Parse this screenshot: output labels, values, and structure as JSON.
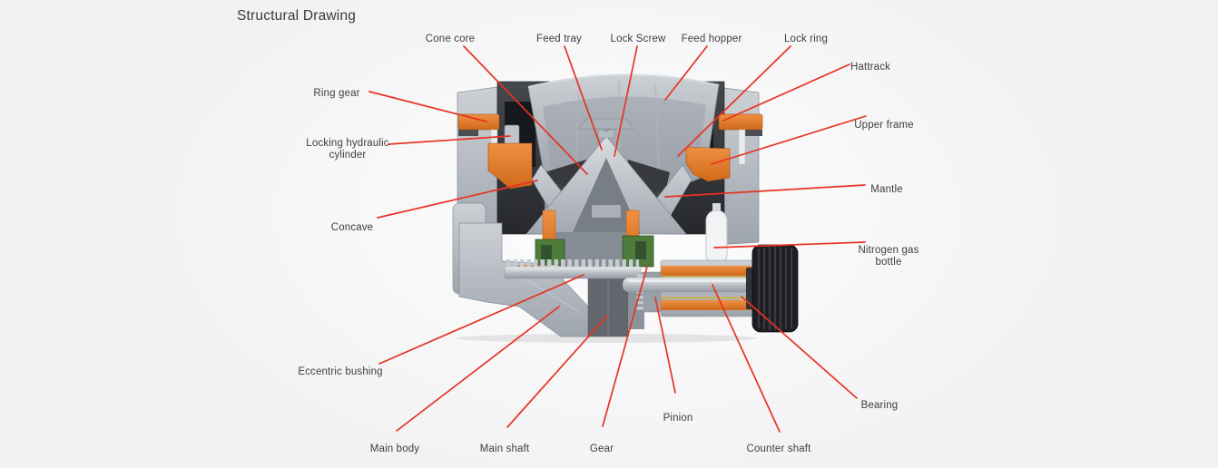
{
  "page": {
    "title": "Structural Drawing"
  },
  "diagram": {
    "subject": "Cone crusher structural cross-section drawing",
    "colors": {
      "leader_line": "#e73323",
      "label_text": "#3e3e3e",
      "accent_orange": "#d2691e",
      "metal_gray": "#aab0b7",
      "dark_gray": "#2c2e32",
      "background": "#f3f3f4"
    },
    "labels": [
      {
        "id": "cone-core",
        "text": "Cone core"
      },
      {
        "id": "feed-tray",
        "text": "Feed tray"
      },
      {
        "id": "lock-screw",
        "text": "Lock Screw"
      },
      {
        "id": "feed-hopper",
        "text": "Feed hopper"
      },
      {
        "id": "lock-ring",
        "text": "Lock ring"
      },
      {
        "id": "hattrack",
        "text": "Hattrack"
      },
      {
        "id": "upper-frame",
        "text": "Upper frame"
      },
      {
        "id": "ring-gear",
        "text": "Ring gear"
      },
      {
        "id": "locking-hydraulic-cylinder",
        "text": "Locking hydraulic cylinder"
      },
      {
        "id": "mantle",
        "text": "Mantle"
      },
      {
        "id": "concave",
        "text": "Concave"
      },
      {
        "id": "nitrogen-gas-bottle",
        "text": "Nitrogen gas bottle"
      },
      {
        "id": "eccentric-bushing",
        "text": "Eccentric bushing"
      },
      {
        "id": "bearing",
        "text": "Bearing"
      },
      {
        "id": "pinion",
        "text": "Pinion"
      },
      {
        "id": "main-body",
        "text": "Main body"
      },
      {
        "id": "main-shaft",
        "text": "Main shaft"
      },
      {
        "id": "gear",
        "text": "Gear"
      },
      {
        "id": "counter-shaft",
        "text": "Counter shaft"
      }
    ]
  }
}
